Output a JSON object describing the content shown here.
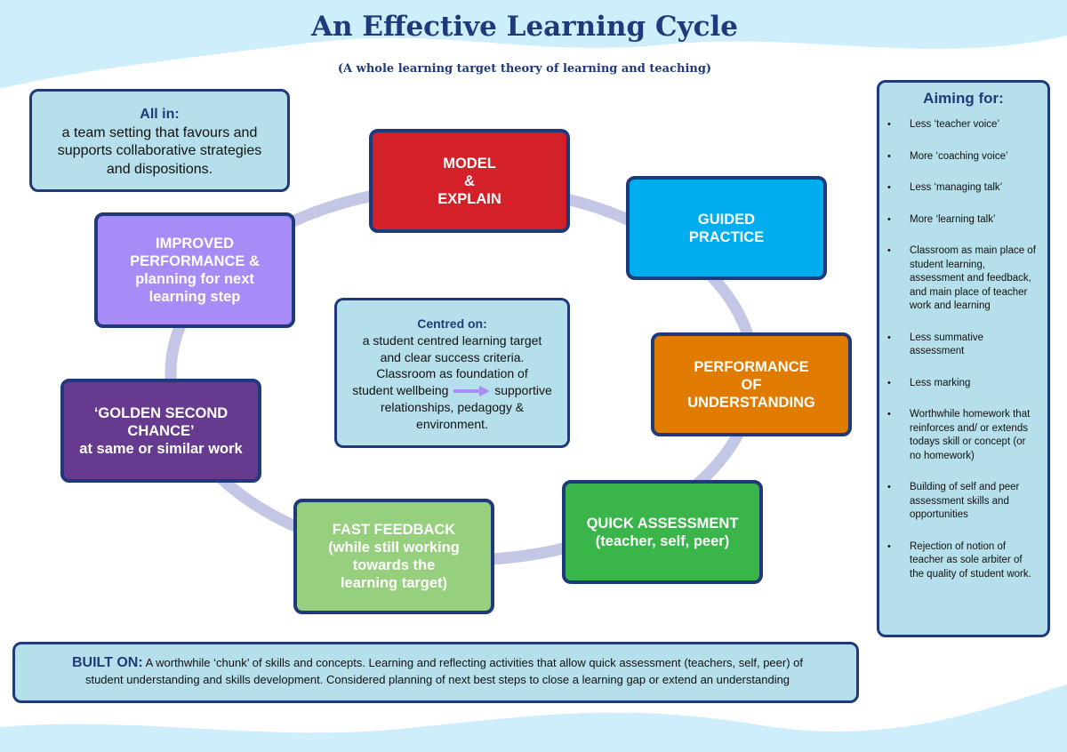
{
  "title": "An Effective Learning Cycle",
  "subtitle": "(A whole learning target theory of learning and teaching)",
  "colors": {
    "navy": "#1f3a7a",
    "red": "#d42028",
    "cyan": "#00aeef",
    "orange": "#e07b00",
    "green": "#39b54a",
    "light_green": "#96cf7d",
    "dark_purple": "#663a8e",
    "lavender": "#a78bf7",
    "info_fill": "#b5dfea",
    "ring": "#c4c6e6",
    "wave": "#cdeefa"
  },
  "all_in": {
    "heading": "All in:",
    "lines": [
      "a team setting that favours and",
      "supports collaborative strategies",
      "and dispositions."
    ]
  },
  "centred_on": {
    "heading": "Centred on:",
    "lines": [
      "a student centred learning target",
      "and clear success criteria.",
      "Classroom as foundation of"
    ],
    "wellbeing_left": "student wellbeing",
    "wellbeing_right": "supportive",
    "lines2": [
      "relationships, pedagogy &",
      "environment."
    ]
  },
  "cycle": {
    "model": [
      "MODEL",
      "&",
      "EXPLAIN"
    ],
    "guided": [
      "GUIDED",
      "PRACTICE"
    ],
    "performance": [
      "PERFORMANCE",
      "OF",
      "UNDERSTANDING"
    ],
    "quick": [
      "QUICK ASSESSMENT",
      "(teacher, self, peer)"
    ],
    "fast": [
      "FAST FEEDBACK",
      "(while still working",
      "towards the",
      "learning target)"
    ],
    "golden": [
      "‘GOLDEN SECOND",
      "CHANCE’",
      "at same or similar work"
    ],
    "improved": [
      "IMPROVED",
      "PERFORMANCE &",
      "planning for next",
      "learning step"
    ]
  },
  "aiming_for": {
    "heading": "Aiming for:",
    "items": [
      "Less ‘teacher voice’",
      "More ‘coaching voice’",
      "Less ‘managing talk’",
      "More ‘learning talk’",
      "Classroom as main place of student learning, assessment and feedback, and main place of teacher work and learning",
      "Less summative assessment",
      "Less marking",
      "Worthwhile homework that reinforces and/ or extends todays skill or concept (or no homework)",
      "Building of self and peer assessment skills and opportunities",
      "Rejection of notion of teacher as sole arbiter of the quality of student work."
    ]
  },
  "built_on": {
    "label": "BUILT ON:",
    "line1": "A worthwhile ‘chunk’ of skills and concepts. Learning and reflecting activities that allow quick assessment (teachers, self, peer) of",
    "line2": "student understanding and skills development. Considered planning of next best steps to close a learning gap or extend an understanding"
  }
}
